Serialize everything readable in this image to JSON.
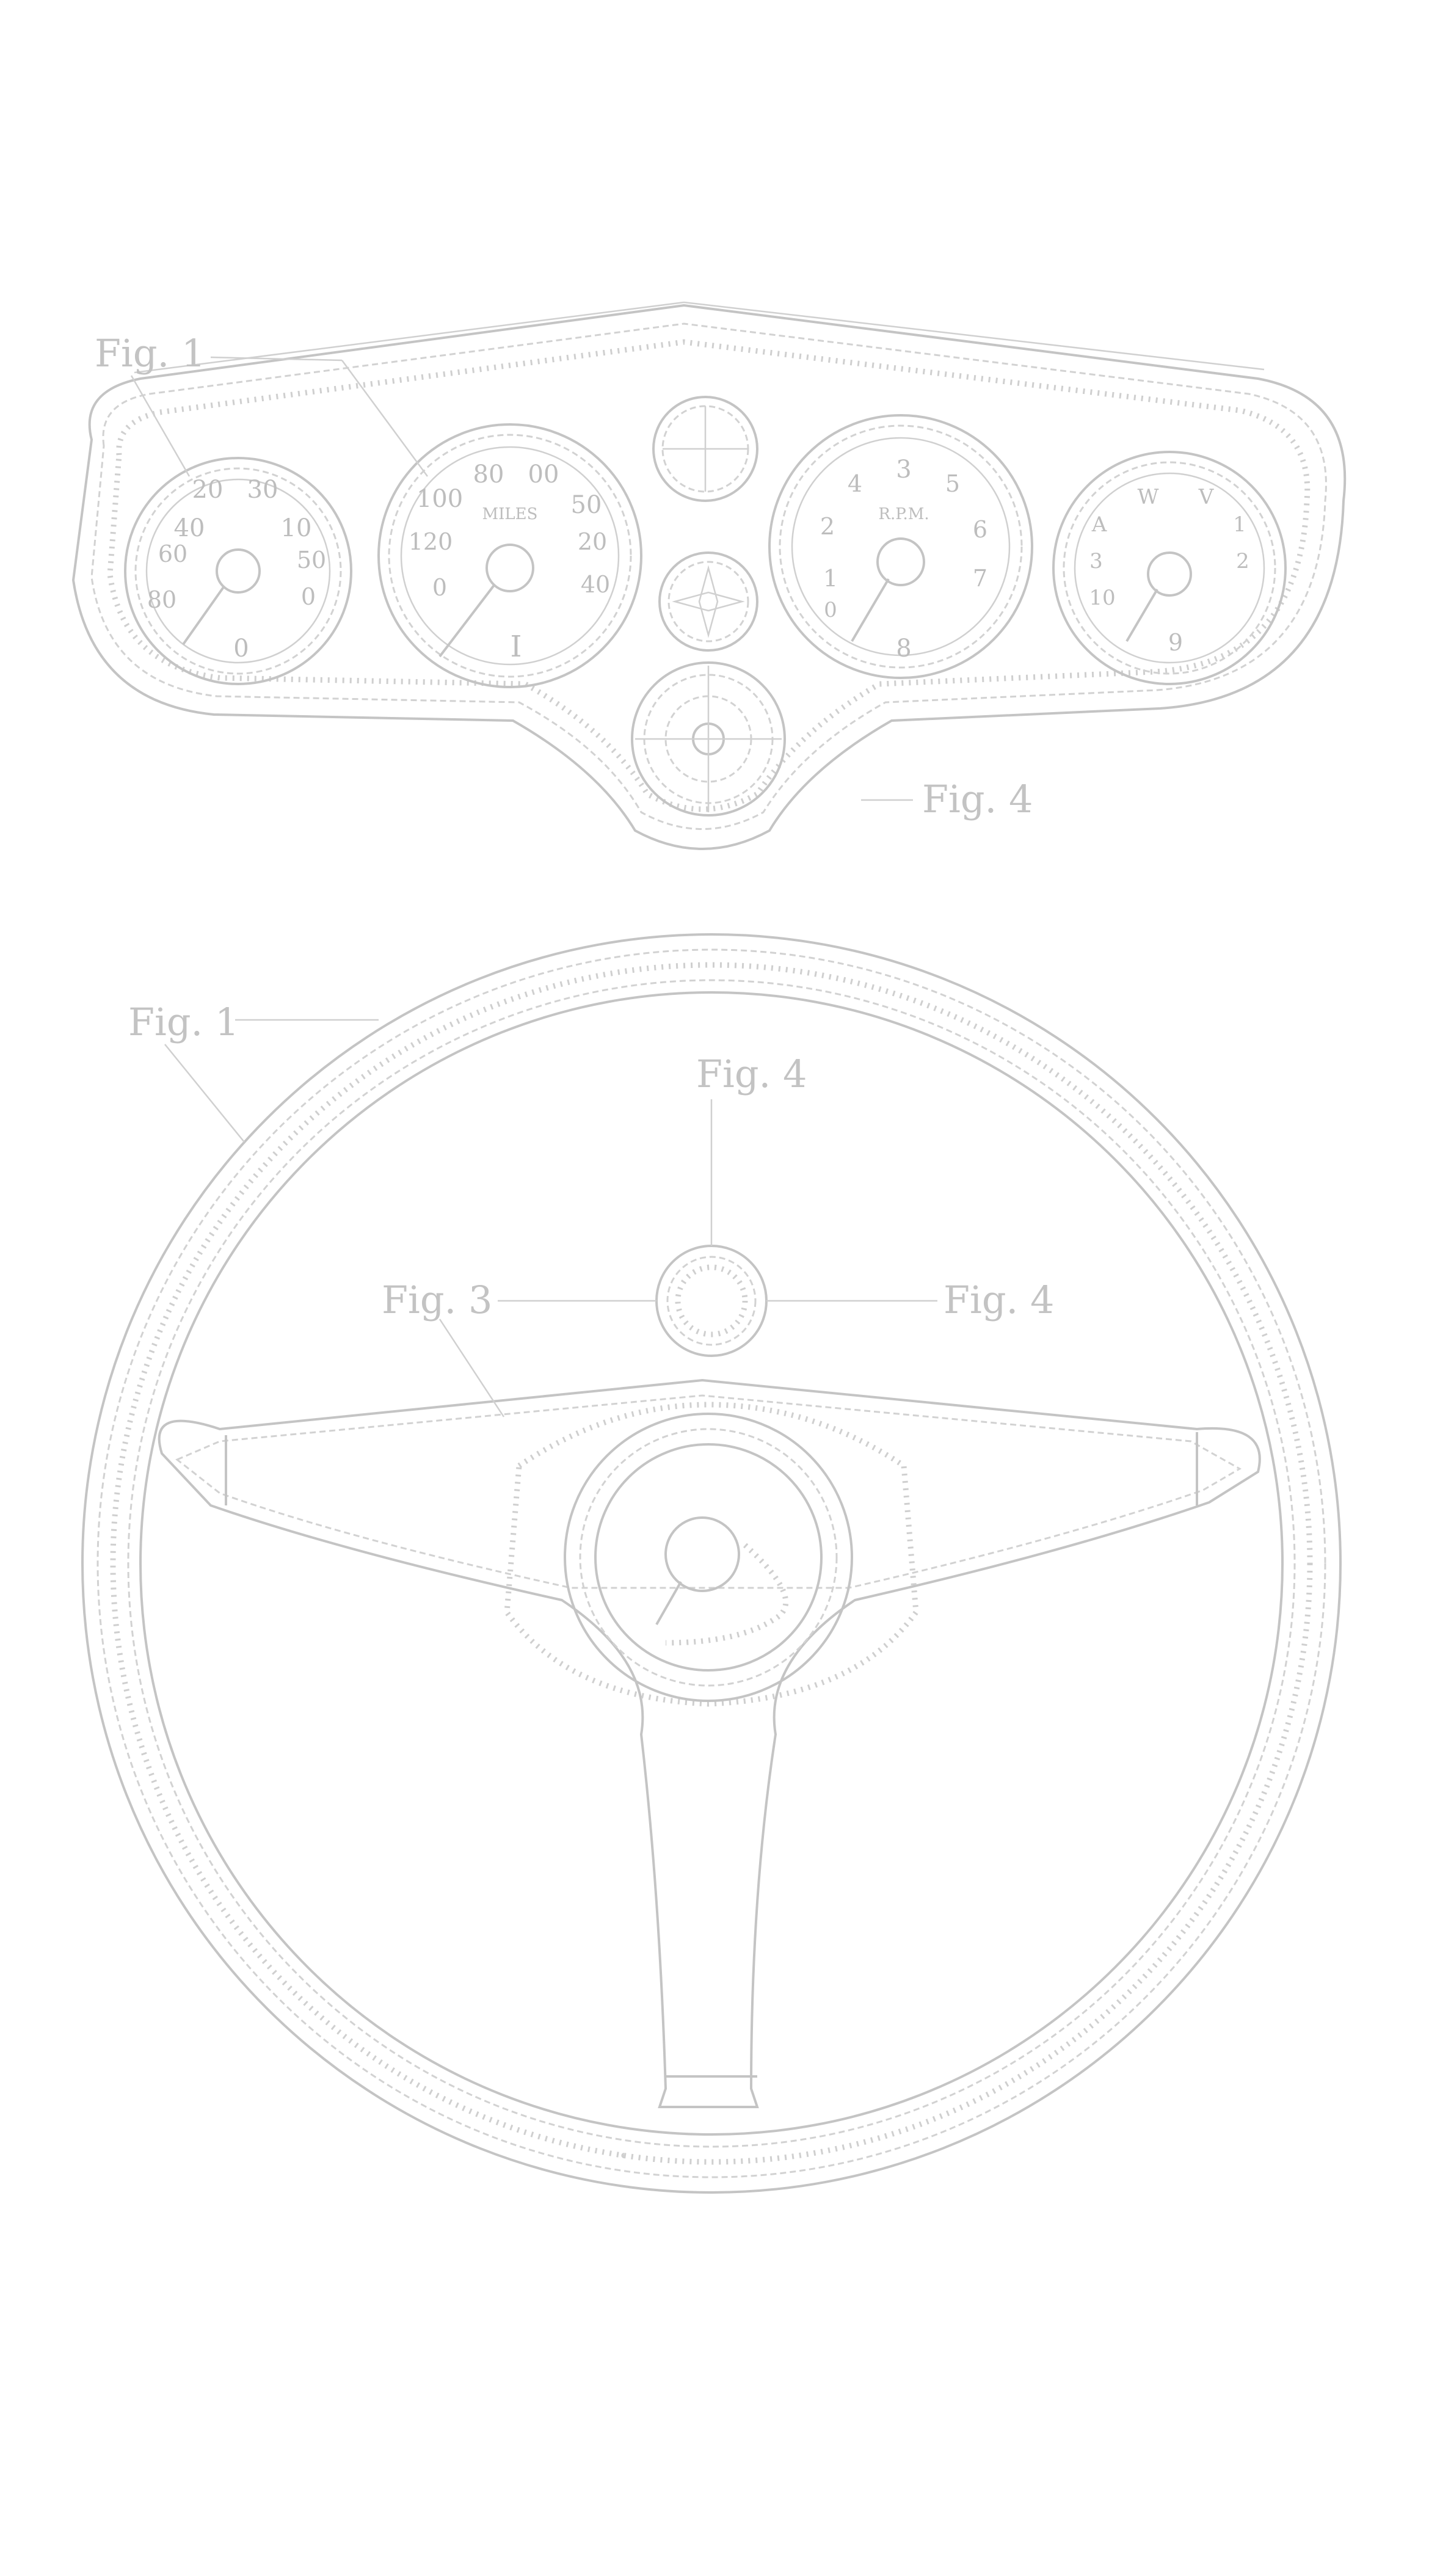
{
  "figure_labels": {
    "top_left_fig1": "Fig. 1",
    "top_right_fig4": "Fig. 4",
    "wheel_left_fig1": "Fig. 1",
    "wheel_top_fig4": "Fig. 4",
    "wheel_left_fig3": "Fig. 3",
    "wheel_right_fig4": "Fig. 4"
  },
  "gauges": {
    "gauge1": {
      "labels": [
        "20",
        "30",
        "40",
        "10",
        "60",
        "50",
        "80",
        "0"
      ],
      "bottom": "0"
    },
    "gauge2": {
      "labels": [
        "80",
        "00",
        "100",
        "50",
        "120",
        "20",
        "0",
        "40"
      ],
      "caption": "MILES",
      "bottom": "I"
    },
    "gauge3": {
      "labels": [
        "3",
        "4",
        "5",
        "2",
        "6",
        "1",
        "7",
        "0"
      ],
      "caption": "R.P.M.",
      "bottom": "8"
    },
    "gauge4": {
      "labels": [
        "W",
        "V",
        "A",
        "1",
        "3",
        "2",
        "10"
      ],
      "bottom": "9"
    }
  },
  "colors": {
    "line": "#c4c4c4",
    "background": "#ffffff"
  }
}
